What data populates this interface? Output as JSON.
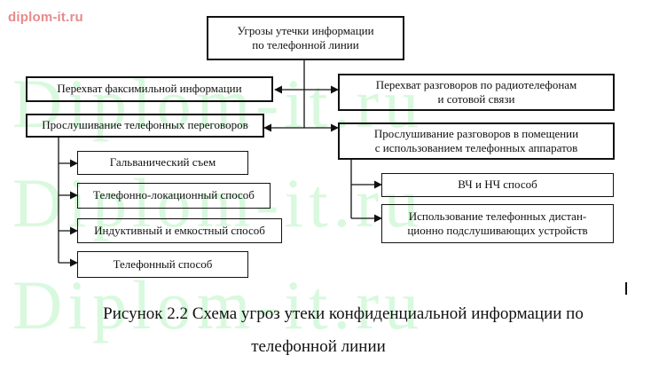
{
  "watermark": {
    "site": "diplom-it.ru",
    "big": "Diplom-it.ru"
  },
  "nodes": {
    "root": "Угрозы утечки информации\nпо телефонной линии",
    "fax": "Перехват факсимильной информации",
    "radio": "Перехват разговоров по радиотелефонам\nи сотовой связи",
    "listen_phone": "Прослушивание телефонных переговоров",
    "listen_room": "Прослушивание разговоров в помещении\nс использованием телефонных аппаратов",
    "galvanic": "Гальванический съем",
    "locational": "Телефонно-локационный способ",
    "inductive": "Индуктивный и емкостный способ",
    "phone_method": "Телефонный способ",
    "hf_lf": "ВЧ и НЧ способ",
    "remote_devices": "Использование телефонных дистан-\nционно подслушивающих устройств"
  },
  "caption": {
    "line1": "Рисунок 2.2 Схема угроз утеки конфиденциальной информации по",
    "line2": "телефонной линии"
  }
}
